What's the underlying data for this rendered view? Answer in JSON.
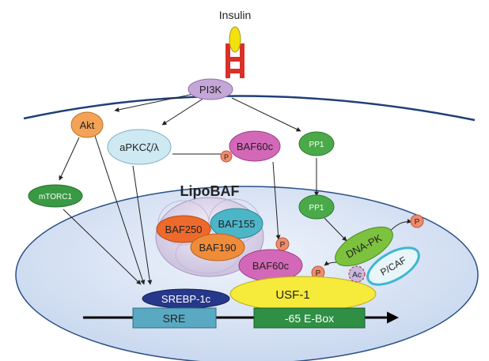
{
  "labels": {
    "insulin": "Insulin",
    "pi3k": "PI3K",
    "akt": "Akt",
    "apkc": "aPKCζ/λ",
    "baf60c_cyto": "BAF60c",
    "pp1_cyto": "PP1",
    "mtorc1": "mTORC1",
    "lipobaf": "LipoBAF",
    "baf250": "BAF250",
    "baf155": "BAF155",
    "baf190": "BAF190",
    "baf60c_nuc": "BAF60c",
    "pp1_nuc": "PP1",
    "dnapk": "DNA-PK",
    "pcaf": "P/CAF",
    "ac": "Ac",
    "p_mark": "P",
    "srebp": "SREBP-1c",
    "usf1": "USF-1",
    "sre": "SRE",
    "ebox": "-65 E-Box"
  },
  "colors": {
    "membrane": "#1f3f77",
    "receptor": "#d9302a",
    "insulin": "#f2e10c",
    "pi3k": "#c4a7d8",
    "akt": "#f3a257",
    "apkc": "#cfe9f3",
    "baf60c": "#d468b8",
    "pp1": "#4aaa4a",
    "mtorc1": "#3a9a44",
    "nucleus": "#d9e5f4",
    "lipobaf": "#ddd6ea",
    "baf250": "#ee6a2c",
    "baf155": "#4cb6c8",
    "baf190": "#ef8c3a",
    "dnapk": "#7dc23e",
    "pcaf": "#3fb6d4",
    "phospho": "#f28b6c",
    "acetyl": "#c9b8e0",
    "srebp": "#27388a",
    "usf1": "#f6ea3a",
    "sre": "#5aa9c2",
    "ebox": "#2f8f45"
  }
}
